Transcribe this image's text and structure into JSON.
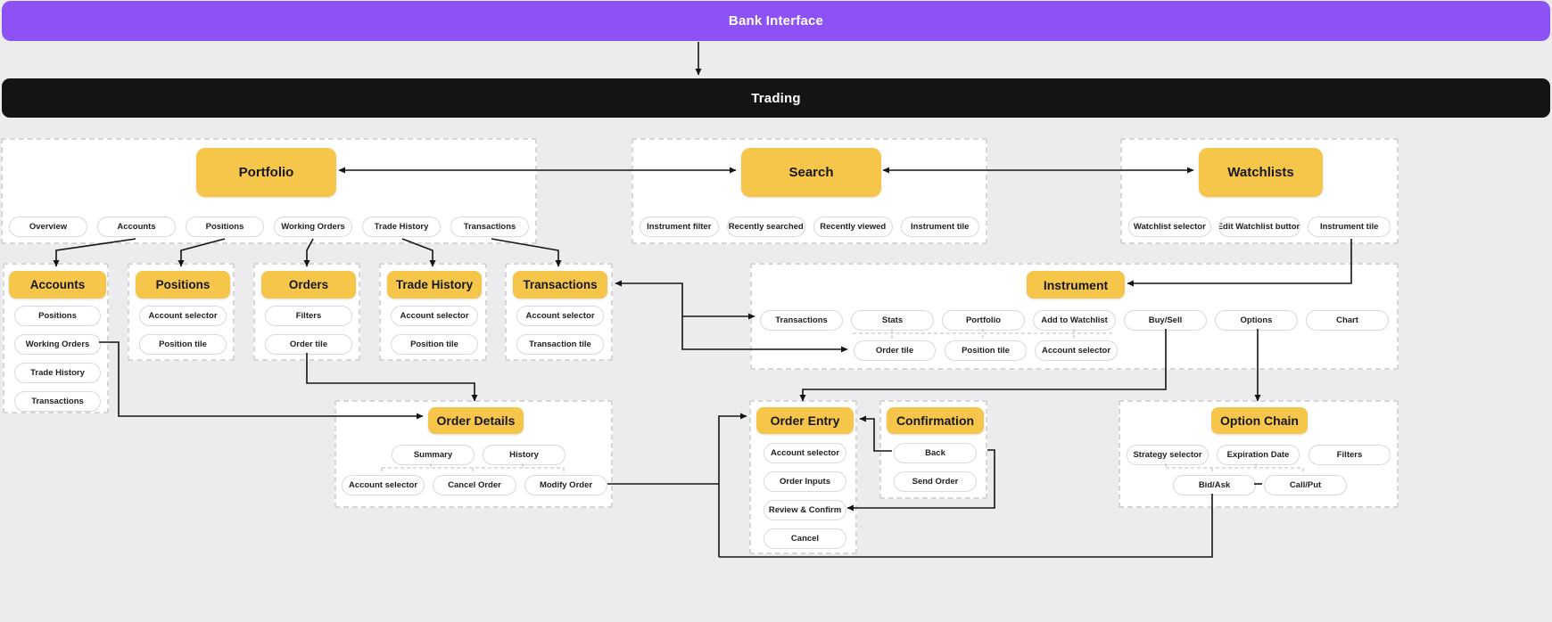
{
  "banners": {
    "bank": "Bank Interface",
    "trading": "Trading"
  },
  "colors": {
    "banner_purple": "#8C52F5",
    "banner_black": "#141416",
    "node_yellow": "#F6C64B",
    "connector_line": "#141416",
    "dashed_border": "#d6d6da"
  },
  "portfolio": {
    "title": "Portfolio",
    "chips": [
      "Overview",
      "Accounts",
      "Positions",
      "Working Orders",
      "Trade History",
      "Transactions"
    ]
  },
  "search": {
    "title": "Search",
    "chips": [
      "Instrument filter",
      "Recently searched",
      "Recently viewed",
      "Instrument tile"
    ]
  },
  "watchlists": {
    "title": "Watchlists",
    "chips": [
      "Watchlist selector",
      "Edit Watchlist button",
      "Instrument tile"
    ]
  },
  "accounts": {
    "title": "Accounts",
    "chips": [
      "Positions",
      "Working Orders",
      "Trade History",
      "Transactions"
    ]
  },
  "positions": {
    "title": "Positions",
    "chips": [
      "Account selector",
      "Position tile"
    ]
  },
  "orders": {
    "title": "Orders",
    "chips": [
      "Filters",
      "Order tile"
    ]
  },
  "trade_history": {
    "title": "Trade History",
    "chips": [
      "Account selector",
      "Position tile"
    ]
  },
  "transactions": {
    "title": "Transactions",
    "chips": [
      "Account selector",
      "Transaction tile"
    ]
  },
  "instrument": {
    "title": "Instrument",
    "row1": [
      "Transactions",
      "Stats",
      "Portfolio",
      "Add to Watchlist",
      "Buy/Sell",
      "Options",
      "Chart"
    ],
    "row2": [
      "Order tile",
      "Position tile",
      "Account selector"
    ]
  },
  "order_details": {
    "title": "Order Details",
    "row1": [
      "Summary",
      "History"
    ],
    "row2": [
      "Account selector",
      "Cancel Order",
      "Modify Order"
    ]
  },
  "order_entry": {
    "title": "Order Entry",
    "chips": [
      "Account selector",
      "Order Inputs",
      "Review & Confirm",
      "Cancel"
    ]
  },
  "confirmation": {
    "title": "Confirmation",
    "chips": [
      "Back",
      "Send Order"
    ]
  },
  "option_chain": {
    "title": "Option Chain",
    "row1": [
      "Strategy selector",
      "Expiration Date",
      "Filters"
    ],
    "row2": [
      "Bid/Ask",
      "Call/Put"
    ]
  }
}
